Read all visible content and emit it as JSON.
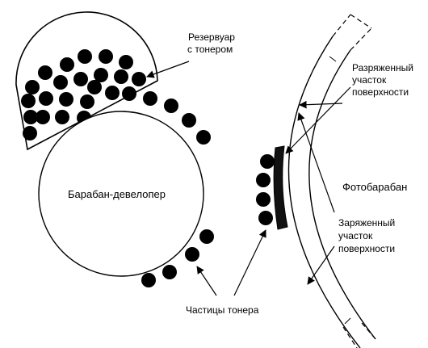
{
  "labels": {
    "reservoir_line1": "Резервуар",
    "reservoir_line2": "с тонером",
    "developer_drum": "Барабан-девелопер",
    "photodrum": "Фотобарабан",
    "discharged_line1": "Разряженный",
    "discharged_line2": "участок",
    "discharged_line3": "поверхности",
    "charged_line1": "Заряженный",
    "charged_line2": "участок",
    "charged_line3": "поверхности",
    "toner_particles": "Частицы тонера"
  },
  "colors": {
    "ink": "#000000",
    "paper": "#ffffff"
  }
}
